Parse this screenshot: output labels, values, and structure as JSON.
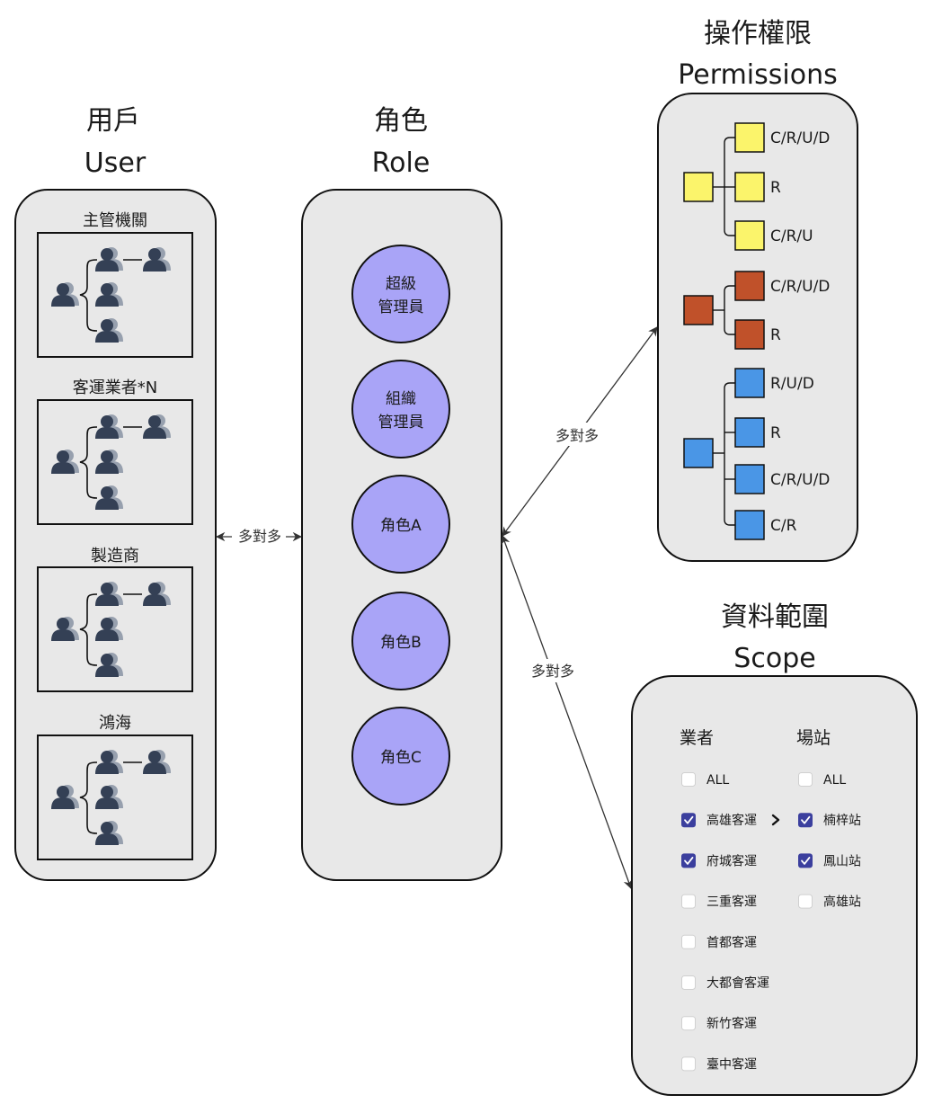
{
  "sections": {
    "user": {
      "title_cn": "用戶",
      "title_en": "User"
    },
    "role": {
      "title_cn": "角色",
      "title_en": "Role"
    },
    "permissions": {
      "title_cn": "操作權限",
      "title_en": "Permissions"
    },
    "scope": {
      "title_cn": "資料範圍",
      "title_en": "Scope"
    }
  },
  "user_groups": [
    "主管機關",
    "客運業者*N",
    "製造商",
    "鴻海"
  ],
  "roles": [
    [
      "超級",
      "管理員"
    ],
    [
      "組織",
      "管理員"
    ],
    [
      "角色A"
    ],
    [
      "角色B"
    ],
    [
      "角色C"
    ]
  ],
  "relations": {
    "user_role": "多對多",
    "role_permissions": "多對多",
    "role_scope": "多對多"
  },
  "permission_groups": [
    {
      "color": "#fbf46b",
      "items": [
        "C/R/U/D",
        "R",
        "C/R/U"
      ]
    },
    {
      "color": "#c0512a",
      "items": [
        "C/R/U/D",
        "R"
      ]
    },
    {
      "color": "#4a96e6",
      "items": [
        "R/U/D",
        "R",
        "C/R/U/D",
        "C/R"
      ]
    }
  ],
  "scope": {
    "operators_header": "業者",
    "stations_header": "場站",
    "operators": [
      {
        "label": "ALL",
        "checked": false
      },
      {
        "label": "高雄客運",
        "checked": true
      },
      {
        "label": "府城客運",
        "checked": true
      },
      {
        "label": "三重客運",
        "checked": false
      },
      {
        "label": "首都客運",
        "checked": false
      },
      {
        "label": "大都會客運",
        "checked": false
      },
      {
        "label": "新竹客運",
        "checked": false
      },
      {
        "label": "臺中客運",
        "checked": false
      }
    ],
    "stations": [
      {
        "label": "ALL",
        "checked": false
      },
      {
        "label": "楠梓站",
        "checked": true
      },
      {
        "label": "鳳山站",
        "checked": true
      },
      {
        "label": "高雄站",
        "checked": false
      }
    ]
  },
  "colors": {
    "panel_fill": "#e8e8e8",
    "role_circle": "#a9a4f7",
    "person_icon": "#344055",
    "checkbox_checked": "#3b3f9e"
  }
}
